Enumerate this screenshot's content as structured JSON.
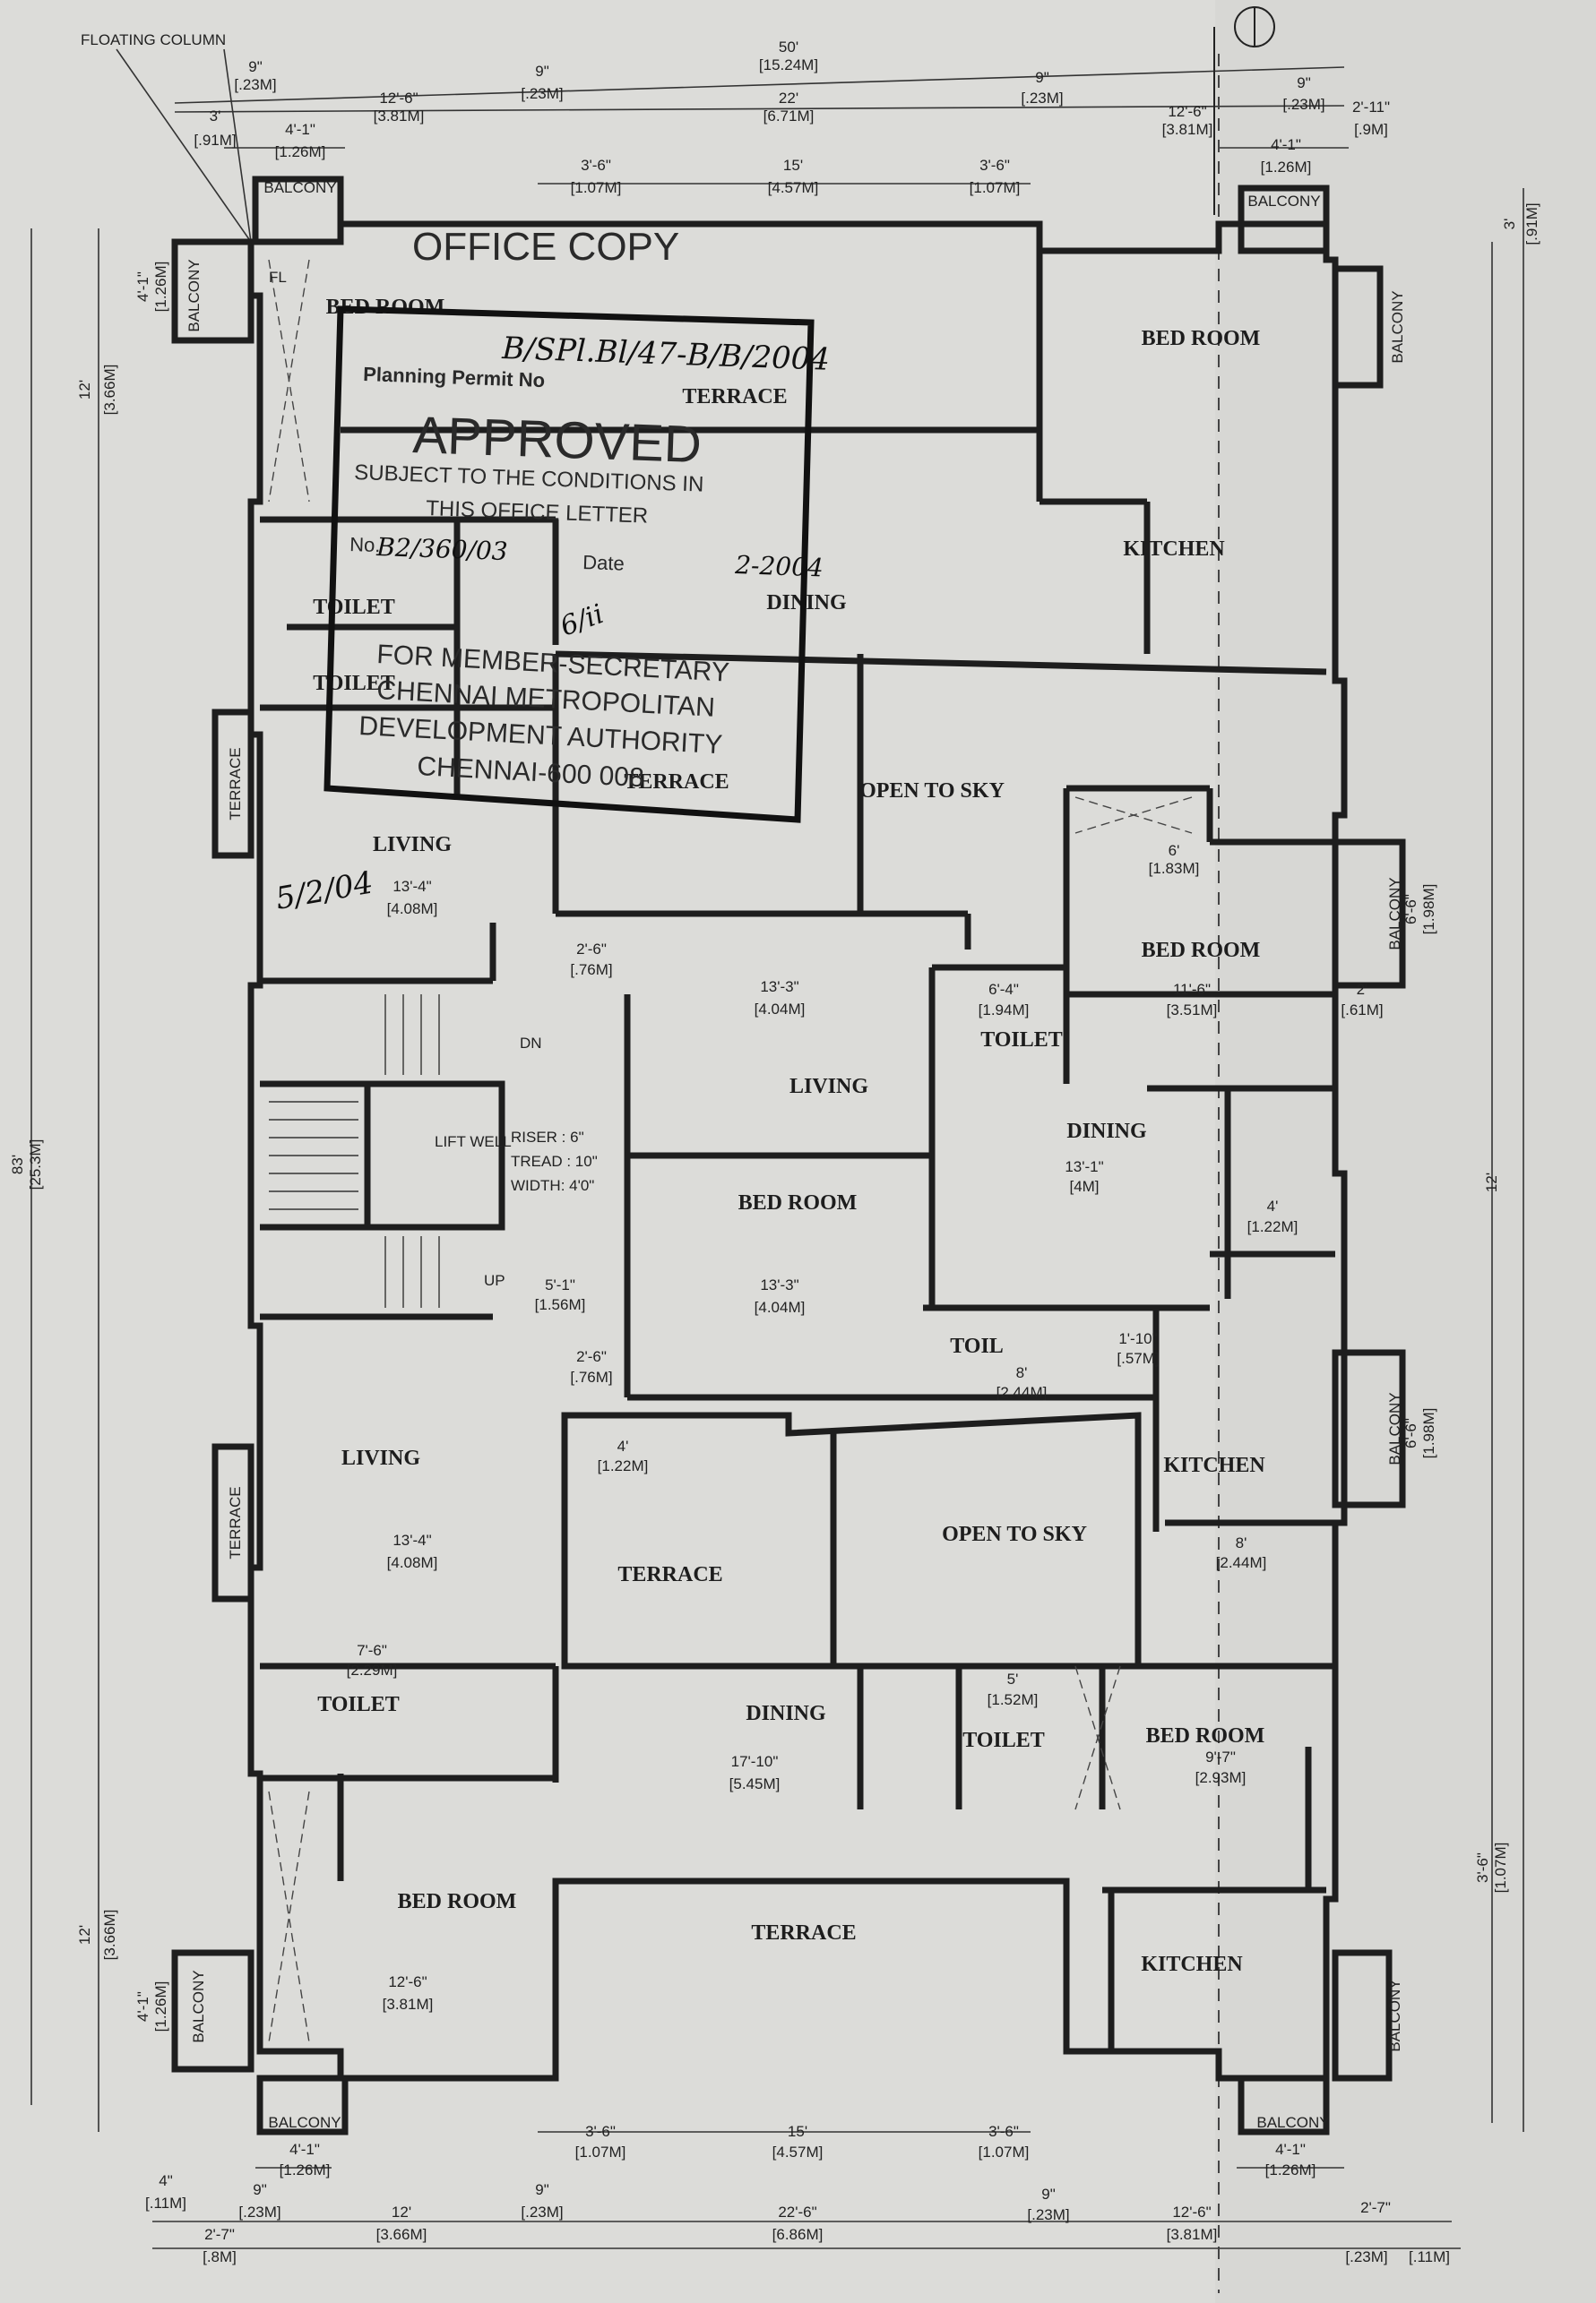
{
  "colors": {
    "paper": "#d9d9d6",
    "ink": "#222222",
    "stamp": "#2a2a2a"
  },
  "labels": {
    "floating_column": "FLOATING COLUMN",
    "office_copy": "OFFICE COPY",
    "lift_well": "LIFT WELL",
    "riser": "RISER : 6\"",
    "tread": "TREAD : 10\"",
    "width": "WIDTH: 4'0\"",
    "dn": "DN",
    "up": "UP",
    "fl": "FL"
  },
  "stamp": {
    "permit_label": "Planning Permit No",
    "permit_no": "B/SPl.Bl/47-B/B/2004",
    "approved": "APPROVED",
    "subject_line1": "SUBJECT TO THE CONDITIONS IN",
    "subject_line2": "THIS OFFICE LETTER",
    "no_label": "No.",
    "letter_no": "B2/360/03",
    "date_label": "Date",
    "date_value": "2-2004",
    "for_member": "FOR MEMBER-SECRETARY",
    "org1": "CHENNAI METROPOLITAN",
    "org2": "DEVELOPMENT AUTHORITY",
    "city": "CHENNAI-600 008",
    "initials": "6/ii",
    "signature_date": "5/2/04"
  },
  "rooms": {
    "bed_room": "BED ROOM",
    "kitchen": "KITCHEN",
    "dining": "DINING",
    "toilet": "TOILET",
    "toil": "TOIL",
    "living": "LIVING",
    "terrace": "TERRACE",
    "open_to_sky": "OPEN TO SKY",
    "balcony": "BALCONY"
  },
  "dims": {
    "top_overall": "50'",
    "top_overall_m": "[15.24M]",
    "top_22": "22'",
    "top_22_m": "[6.71M]",
    "d_12_6": "12'-6\"",
    "d_12_6_m": "[3.81M]",
    "d_9": "9\"",
    "d_9_m": "[.23M]",
    "d_3": "3'",
    "d_3_m": "[.91M]",
    "d_4_1": "4'-1\"",
    "d_4_1_m": "[1.26M]",
    "d_2_11": "2'-11\"",
    "d_2_11_m": "[.9M]",
    "d_3_6": "3'-6\"",
    "d_3_6_m": "[1.07M]",
    "d_15": "15'",
    "d_15_m": "[4.57M]",
    "overall_83": "83'",
    "overall_83_m": "[25.3M]",
    "d_13_4": "13'-4\"",
    "d_13_4_m": "[4.08M]",
    "d_13_3": "13'-3\"",
    "d_13_3_m": "[4.04M]",
    "d_11_6": "11'-6\"",
    "d_11_6_m": "[3.51M]",
    "d_17_10": "17'-10\"",
    "d_17_10_m": "[5.45M]",
    "d_9_7": "9'-7\"",
    "d_9_7_m": "[2.93M]",
    "d_6": "6'",
    "d_6_m": "[1.83M]",
    "d_6_4": "6'-4\"",
    "d_6_4_m": "[1.94M]",
    "d_13_1": "13'-1\"",
    "d_13_1_m": "[4M]",
    "d_8": "8'",
    "d_8_m": "[2.44M]",
    "d_4": "4'",
    "d_4_m": "[1.22M]",
    "d_7_6": "7'-6\"",
    "d_7_6_m": "[2.29M]",
    "d_5": "5'",
    "d_5_m": "[1.52M]",
    "d_2_6": "2'-6\"",
    "d_2_6_m": "[.76M]",
    "d_5_1": "5'-1\"",
    "d_5_1_m": "[1.56M]",
    "d_4in": "4\"",
    "d_4in_m": "[.11M]",
    "d_12": "12'",
    "d_12_m": "[3.66M]",
    "d_22_6": "22'-6\"",
    "d_22_6_m": "[6.86M]",
    "d_2_7": "2'-7\"",
    "d_2_7_m": "[.8M]",
    "d_2": "2'",
    "d_2_m": "[.61M]",
    "d_1_10": "1'-10\"",
    "d_1_10_m": "[.57M]",
    "d_6_6": "6'-6\"",
    "d_6_6_m": "[1.98M]"
  }
}
